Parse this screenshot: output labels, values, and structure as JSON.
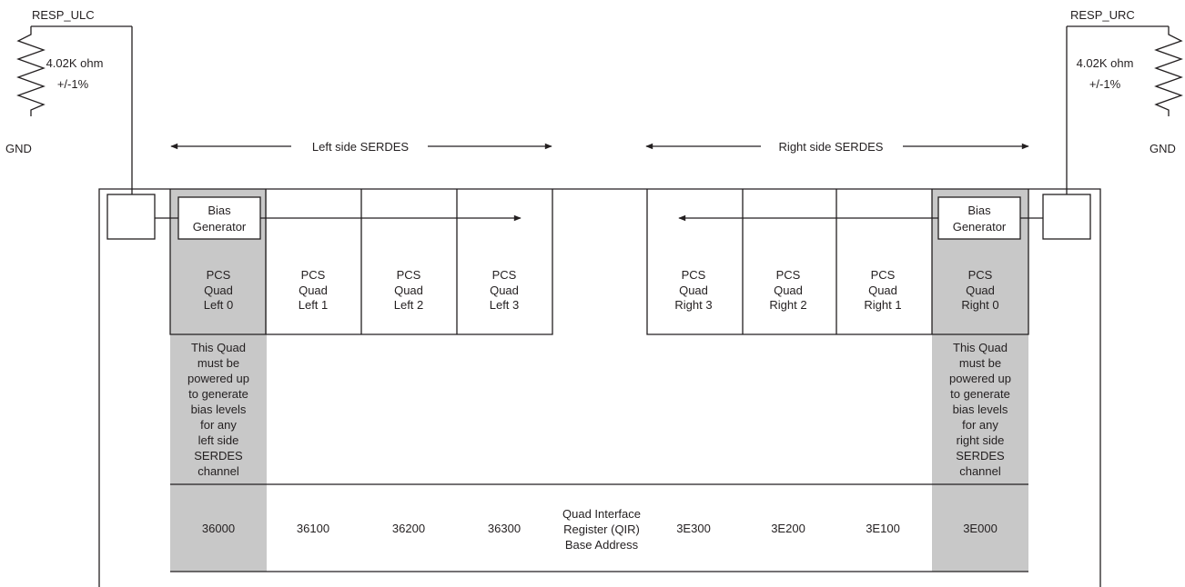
{
  "colors": {
    "line": "#231f20",
    "shade": "#c8c8c8",
    "background": "#ffffff"
  },
  "left": {
    "resistor_node": "RESP_ULC",
    "resistor_value": "4.02K ohm",
    "resistor_tol": "+/-1%",
    "gnd": "GND",
    "serdes_label": "Left side SERDES",
    "bias_line1": "Bias",
    "bias_line2": "Generator",
    "note_lines": [
      "This Quad",
      "must be",
      "powered up",
      "to generate",
      "bias levels",
      "for any",
      "left side",
      "SERDES",
      "channel"
    ]
  },
  "right": {
    "resistor_node": "RESP_URC",
    "resistor_value": "4.02K ohm",
    "resistor_tol": "+/-1%",
    "gnd": "GND",
    "serdes_label": "Right side SERDES",
    "bias_line1": "Bias",
    "bias_line2": "Generator",
    "note_lines": [
      "This Quad",
      "must be",
      "powered up",
      "to generate",
      "bias levels",
      "for any",
      "right side",
      "SERDES",
      "channel"
    ]
  },
  "quads": [
    {
      "line1": "PCS",
      "line2": "Quad",
      "line3": "Left 0",
      "address": "36000",
      "shaded": true
    },
    {
      "line1": "PCS",
      "line2": "Quad",
      "line3": "Left 1",
      "address": "36100",
      "shaded": false
    },
    {
      "line1": "PCS",
      "line2": "Quad",
      "line3": "Left 2",
      "address": "36200",
      "shaded": false
    },
    {
      "line1": "PCS",
      "line2": "Quad",
      "line3": "Left 3",
      "address": "36300",
      "shaded": false
    },
    {
      "line1": "PCS",
      "line2": "Quad",
      "line3": "Right 3",
      "address": "3E300",
      "shaded": false
    },
    {
      "line1": "PCS",
      "line2": "Quad",
      "line3": "Right 2",
      "address": "3E200",
      "shaded": false
    },
    {
      "line1": "PCS",
      "line2": "Quad",
      "line3": "Right 1",
      "address": "3E100",
      "shaded": false
    },
    {
      "line1": "PCS",
      "line2": "Quad",
      "line3": "Right 0",
      "address": "3E000",
      "shaded": true
    }
  ],
  "qir_label": [
    "Quad Interface",
    "Register (QIR)",
    "Base Address"
  ]
}
